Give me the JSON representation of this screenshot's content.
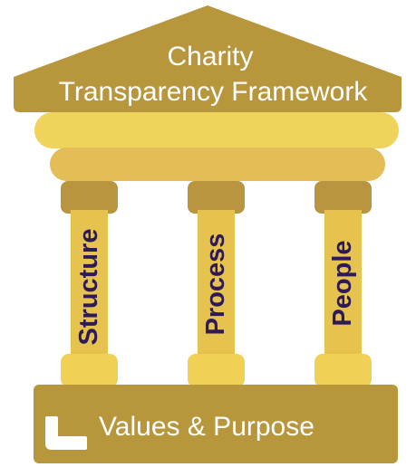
{
  "title": {
    "line1": "Charity",
    "line2": "Transparency Framework"
  },
  "pillars": [
    {
      "label": "Structure"
    },
    {
      "label": "Process"
    },
    {
      "label": "People"
    }
  ],
  "foundation": {
    "label": "Values & Purpose",
    "icon": "corner-bracket-icon"
  },
  "colors": {
    "roof": "#b8963c",
    "beam_light": "#efd35a",
    "beam_mid": "#e3bd55",
    "capital": "#b9953f",
    "column": "#e6c24f",
    "base_block": "#f0d055",
    "pillar_text": "#2d1a57",
    "white": "#ffffff"
  }
}
